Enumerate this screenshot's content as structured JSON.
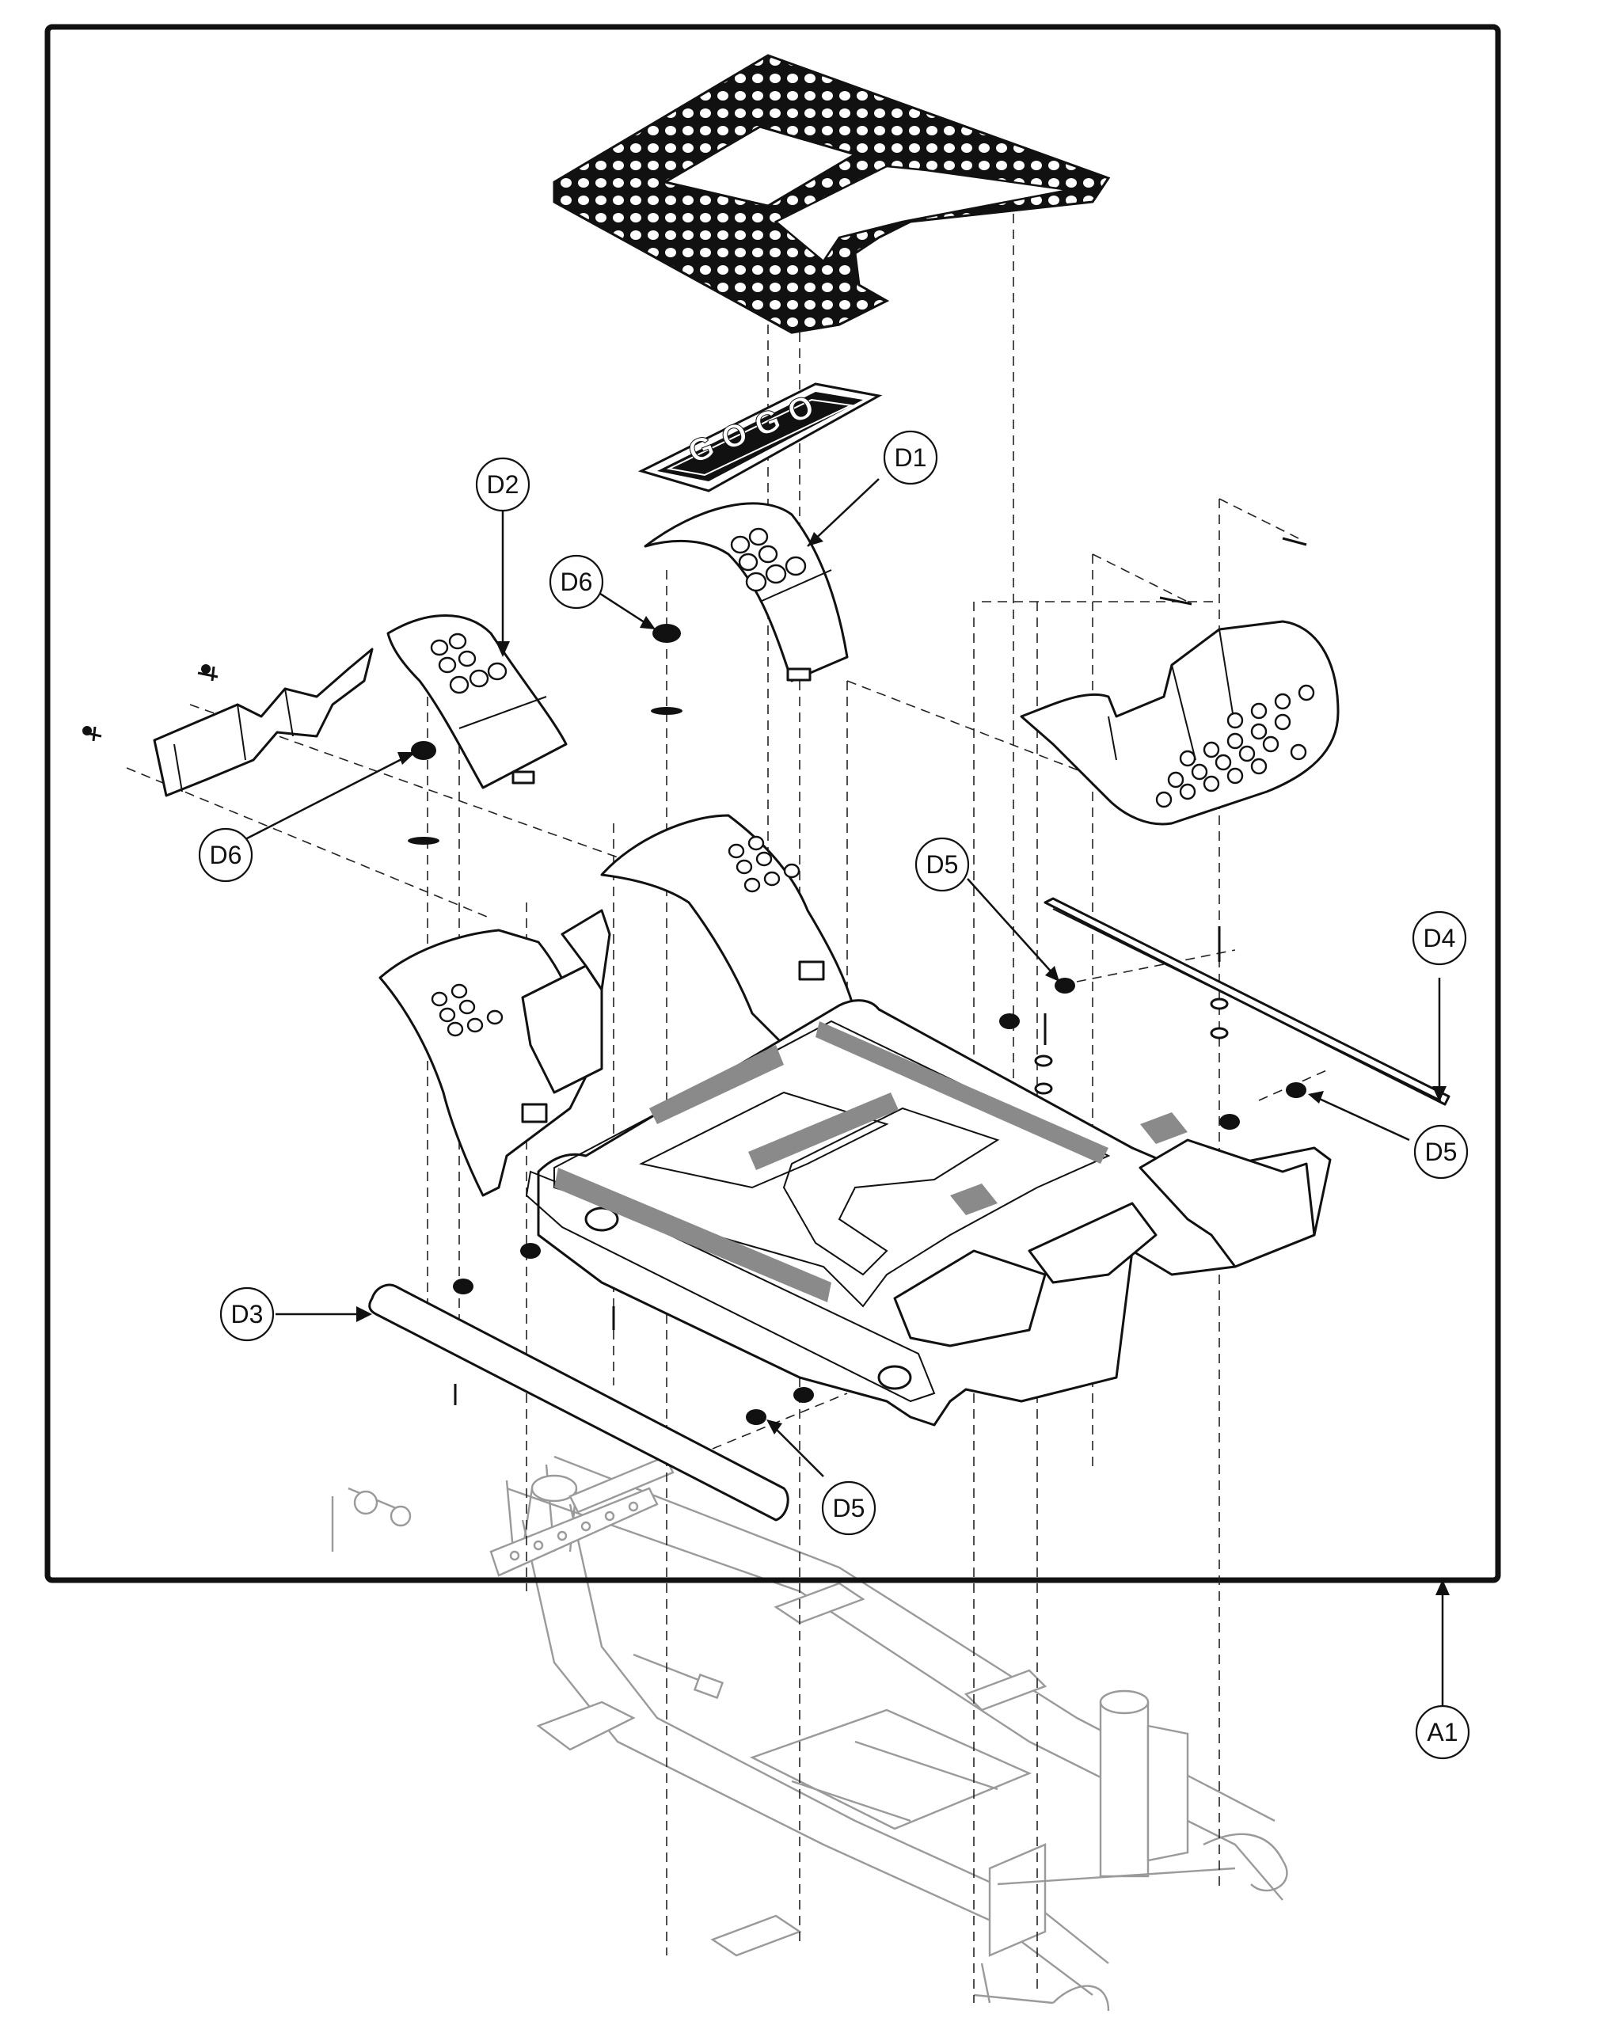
{
  "callouts": [
    {
      "id": "D1",
      "label": "D1"
    },
    {
      "id": "D2",
      "label": "D2"
    },
    {
      "id": "D3",
      "label": "D3"
    },
    {
      "id": "D4",
      "label": "D4"
    },
    {
      "id": "D5a",
      "label": "D5"
    },
    {
      "id": "D5b",
      "label": "D5"
    },
    {
      "id": "D5c",
      "label": "D5"
    },
    {
      "id": "D6a",
      "label": "D6"
    },
    {
      "id": "D6b",
      "label": "D6"
    },
    {
      "id": "A1",
      "label": "A1"
    }
  ],
  "logo_text": "GOGO",
  "colors": {
    "line": "#111111",
    "ghost": "#9a9a9a",
    "decal": "#8a8a8a"
  }
}
